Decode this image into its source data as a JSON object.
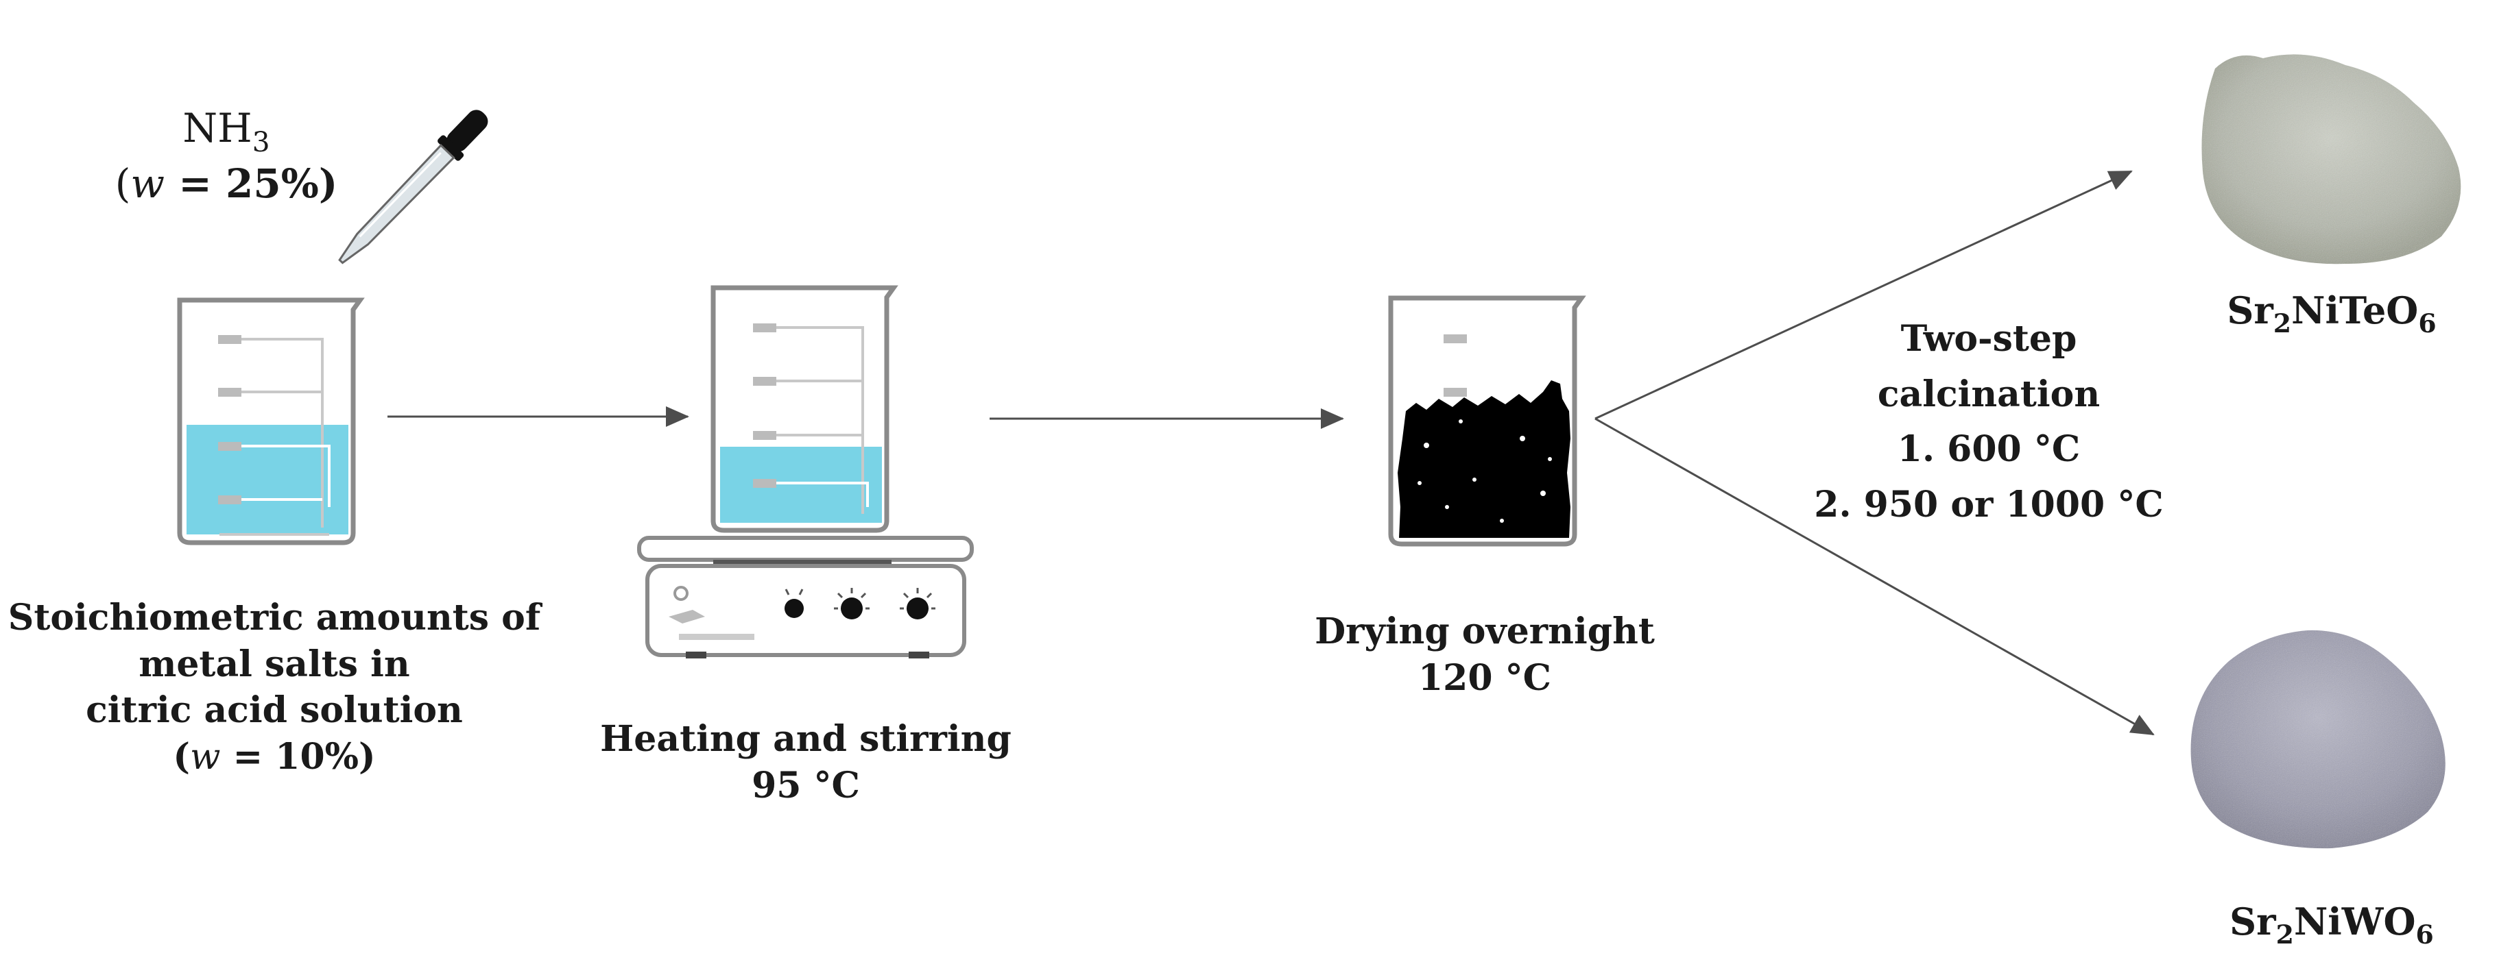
{
  "reagent": {
    "formula_main": "NH",
    "formula_sub": "3",
    "conc_open": "(",
    "conc_var": "w",
    "conc_rest": " = 25%)"
  },
  "step1": {
    "line1": "Stoichiometric amounts of",
    "line2": "metal salts in",
    "line3": "citric acid solution",
    "conc_open": "(",
    "conc_var": "w",
    "conc_rest": " = 10%)"
  },
  "step2": {
    "line1": "Heating and stirring",
    "line2": "95 °C"
  },
  "step3": {
    "line1": "Drying overnight",
    "line2": "120 °C"
  },
  "calcination": {
    "line1": "Two-step",
    "line2": "calcination",
    "line3": "1. 600 °C",
    "line4": "2. 950 or 1000 °C"
  },
  "product1": {
    "p1": "Sr",
    "s1": "2",
    "p2": "NiTeO",
    "s2": "6",
    "powder_color": "#b9bdb2"
  },
  "product2": {
    "p1": "Sr",
    "s1": "2",
    "p2": "NiWO",
    "s2": "6",
    "powder_color": "#9a9aac"
  },
  "colors": {
    "solution": "#79d3e6",
    "beaker_outline": "#7a7a7a",
    "arrow": "#4d4d4d",
    "dried_gel": "#000000"
  }
}
